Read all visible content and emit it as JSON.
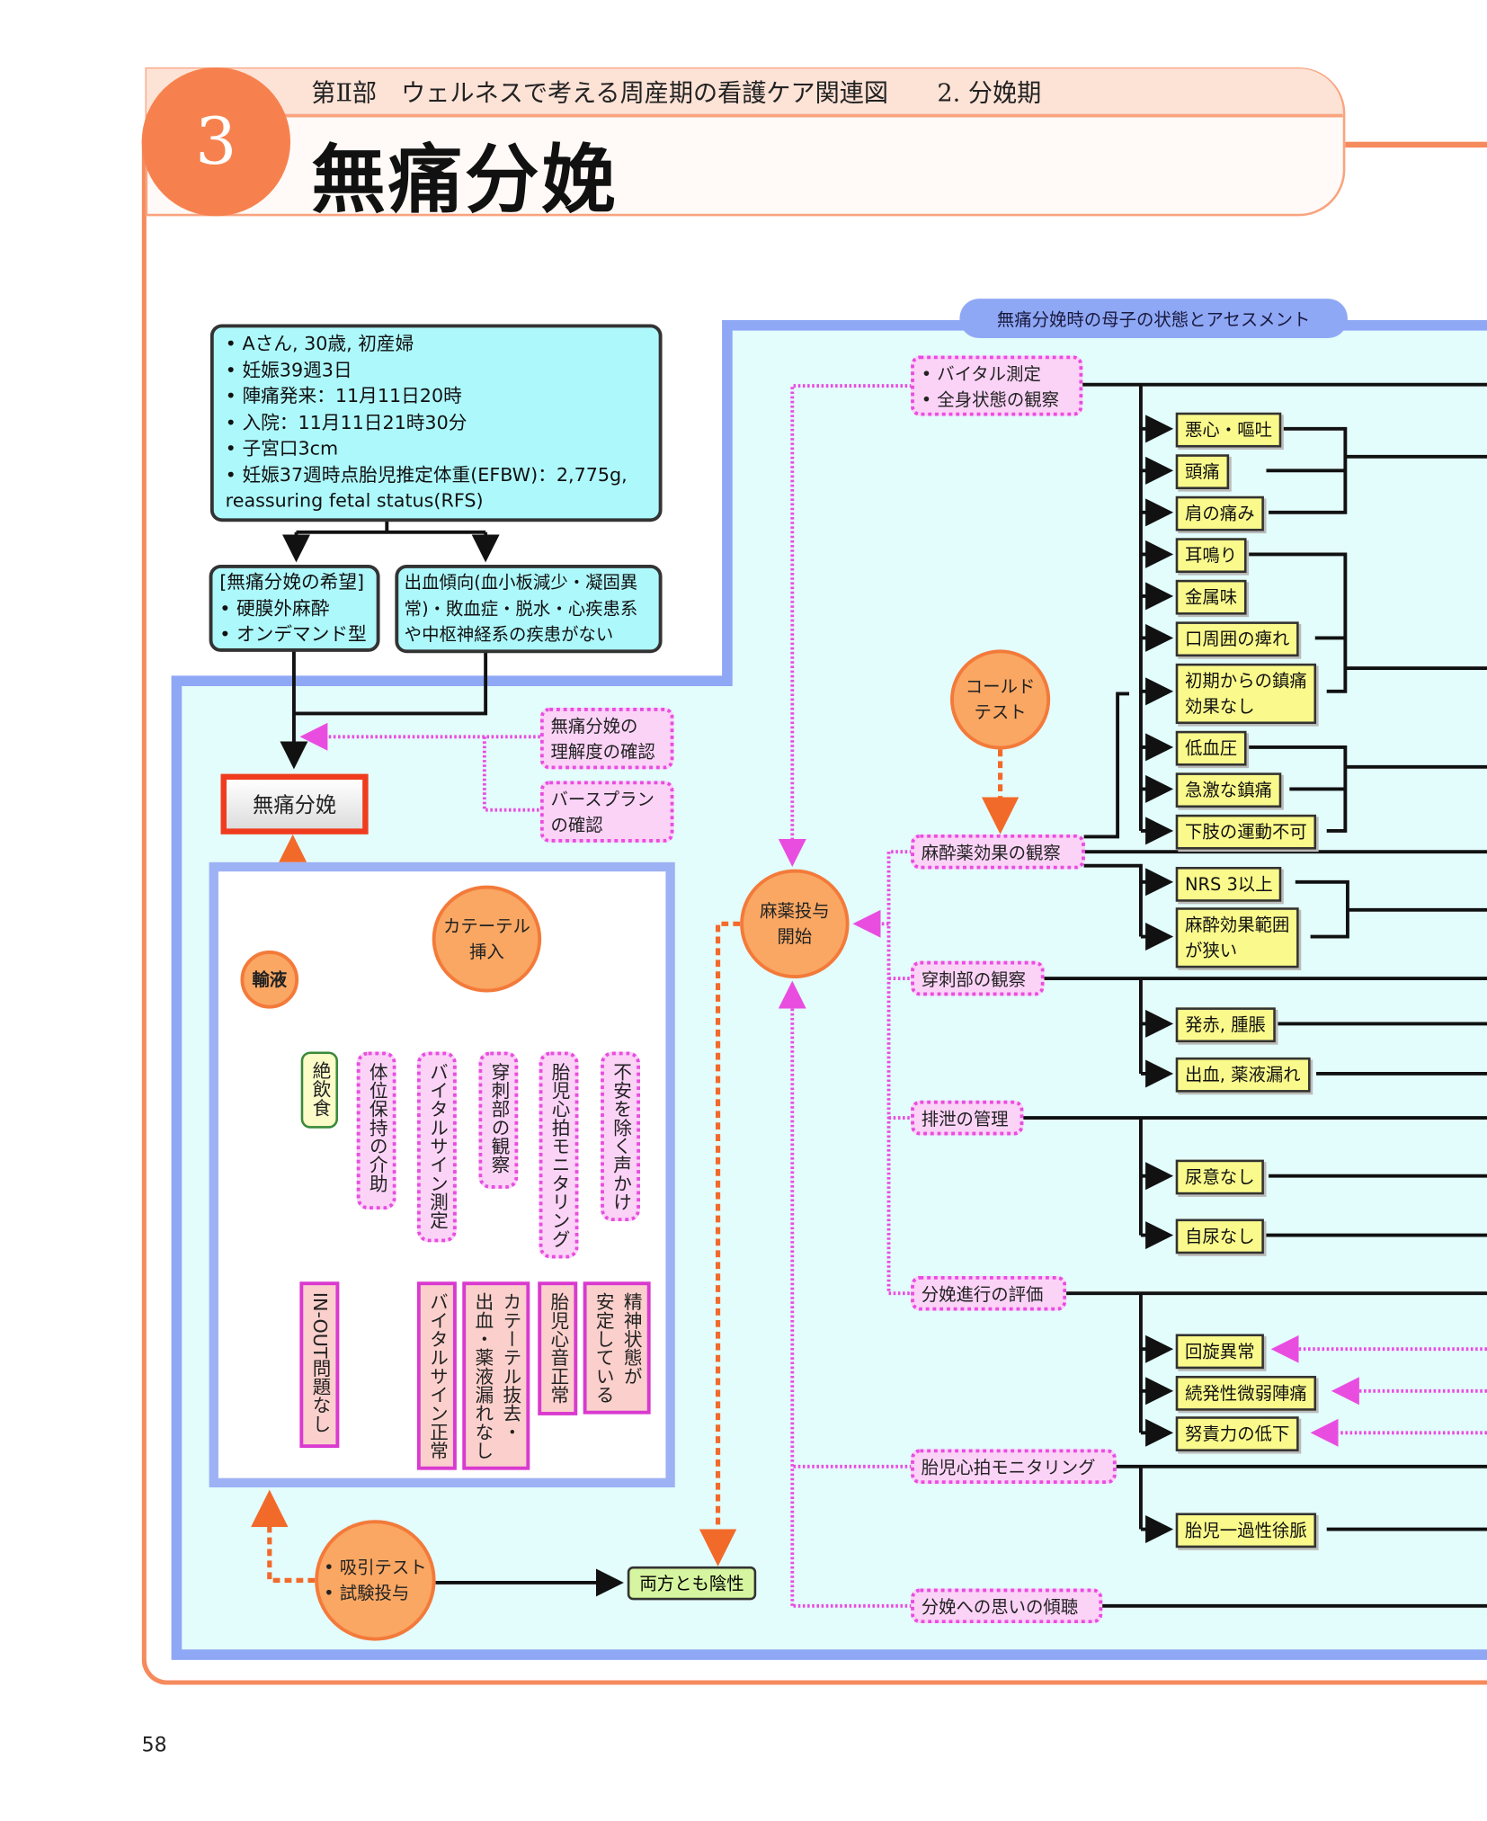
{
  "header": {
    "part_label": "第Ⅱ部　ウェルネスで考える周産期の看護ケア関連図　　2. 分娩期",
    "chapter_number": "3",
    "title": "無痛分娩"
  },
  "assessment_label": "無痛分娩時の母子の状態とアセスメント",
  "patient_info": "• Aさん, 30歳, 初産婦\n• 妊娠39週3日\n• 陣痛発来：11月11日20時\n• 入院：11月11日21時30分\n• 子宮口3cm\n• 妊娠37週時点胎児推定体重(EFBW)：2,775g,\n   reassuring fetal status(RFS)",
  "wish_box": "[無痛分娩の希望]\n• 硬膜外麻酔\n• オンデマンド型",
  "condition_box": "出血傾向(血小板減少・凝固異常)・敗血症・脱水・心疾患系や中枢神経系の疾患がない",
  "main_node": "無痛分娩",
  "understanding_check": "無痛分娩の\n理解度の確認",
  "birth_plan_check": "バースプラン\nの確認",
  "circles": {
    "catheter": "カテーテル\n挿入",
    "infusion": "輸液",
    "drug_start": "麻薬投与\n開始",
    "cold_test": "コールド\nテスト",
    "suction_test": "• 吸引テスト\n• 試験投与"
  },
  "both_negative": "両方とも陰性",
  "fasting": "絶飲食",
  "care_items": [
    "体位保持の介助",
    "バイタルサイン測定",
    "穿刺部の観察",
    "胎児心拍モニタリング",
    "不安を除く声かけ"
  ],
  "outcomes": [
    "IN-OUT問題なし",
    "バイタルサイン正常",
    "カテーテル抜去・\n出血・薬液漏れなし",
    "胎児心音正常",
    "精神状態が\n安定している"
  ],
  "observations": [
    "• バイタル測定\n• 全身状態の観察",
    "麻酔薬効果の観察",
    "穿刺部の観察",
    "排泄の管理",
    "分娩進行の評価",
    "胎児心拍モニタリング",
    "分娩への思いの傾聴"
  ],
  "findings": [
    "悪心・嘔吐",
    "頭痛",
    "肩の痛み",
    "耳鳴り",
    "金属味",
    "口周囲の痺れ",
    "初期からの鎮痛\n効果なし",
    "低血圧",
    "急激な鎮痛",
    "下肢の運動不可",
    "NRS 3以上",
    "麻酔効果範囲\nが狭い",
    "発赤, 腫脹",
    "出血, 薬液漏れ",
    "尿意なし",
    "自尿なし",
    "回旋異常",
    "続発性微弱陣痛",
    "努責力の低下",
    "胎児一過性徐脈"
  ],
  "page_number": "58",
  "colors": {
    "accent_orange": "#f58a5c",
    "region_border": "#8fa8f5",
    "region_fill": "#e3fcfc",
    "pink": "#e94de0",
    "info_cyan": "#adf8fb",
    "finding_yellow": "#fafa8c"
  }
}
